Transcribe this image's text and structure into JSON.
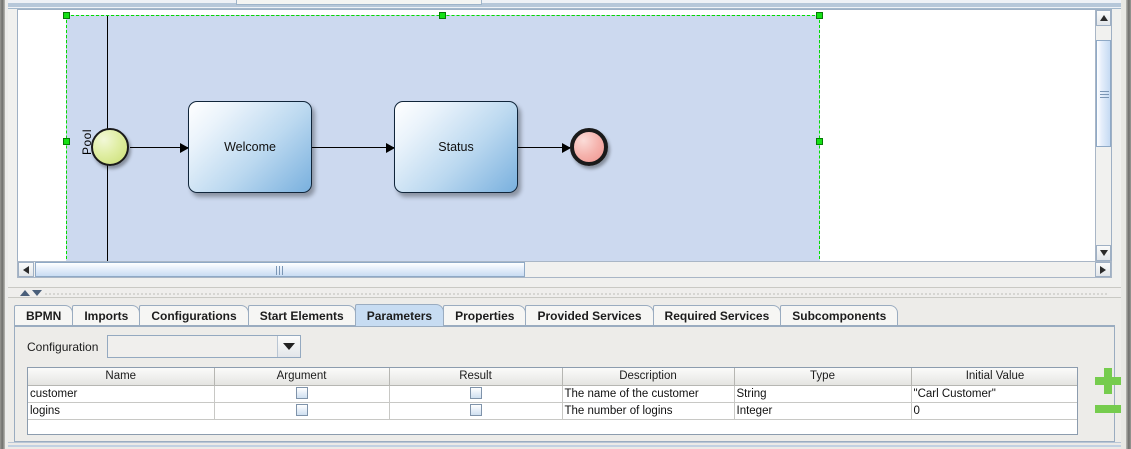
{
  "editor": {
    "canvas": {
      "pool": {
        "label": "Pool"
      },
      "nodes": [
        {
          "name": "start-event",
          "type": "start",
          "label": ""
        },
        {
          "name": "task-welcome",
          "type": "task",
          "label": "Welcome"
        },
        {
          "name": "task-status",
          "type": "task",
          "label": "Status"
        },
        {
          "name": "end-event",
          "type": "end",
          "label": ""
        }
      ]
    },
    "scrollbars": {
      "vertical_up_icon": "triangle-up-icon",
      "vertical_down_icon": "triangle-down-icon",
      "horizontal_left_icon": "triangle-left-icon",
      "horizontal_right_icon": "triangle-right-icon"
    }
  },
  "divider": {
    "collapse_up_icon": "triangle-up-icon",
    "collapse_down_icon": "triangle-down-icon"
  },
  "bottom_panel": {
    "tabs": [
      {
        "label": "BPMN",
        "active": false
      },
      {
        "label": "Imports",
        "active": false
      },
      {
        "label": "Configurations",
        "active": false
      },
      {
        "label": "Start Elements",
        "active": false
      },
      {
        "label": "Parameters",
        "active": true
      },
      {
        "label": "Properties",
        "active": false
      },
      {
        "label": "Provided Services",
        "active": false
      },
      {
        "label": "Required Services",
        "active": false
      },
      {
        "label": "Subcomponents",
        "active": false
      }
    ],
    "configuration": {
      "label": "Configuration",
      "value": "",
      "placeholder": "",
      "arrow_icon": "chevron-down-icon"
    },
    "table": {
      "columns": [
        "Name",
        "Argument",
        "Result",
        "Description",
        "Type",
        "Initial Value"
      ],
      "rows": [
        {
          "name": "customer",
          "argument": false,
          "result": false,
          "description": "The name of the customer",
          "type": "String",
          "initial_value": "\"Carl Customer\""
        },
        {
          "name": "logins",
          "argument": false,
          "result": false,
          "description": "The number of logins",
          "type": "Integer",
          "initial_value": "0"
        }
      ]
    },
    "actions": {
      "add_label": "",
      "remove_label": "",
      "add_icon": "plus-icon",
      "remove_icon": "minus-icon"
    }
  },
  "colors": {
    "accent_green": "#76cc4e",
    "selection_green": "#15e015",
    "pool_fill": "#ccd9ef",
    "tab_active": "#c7dcf2"
  }
}
